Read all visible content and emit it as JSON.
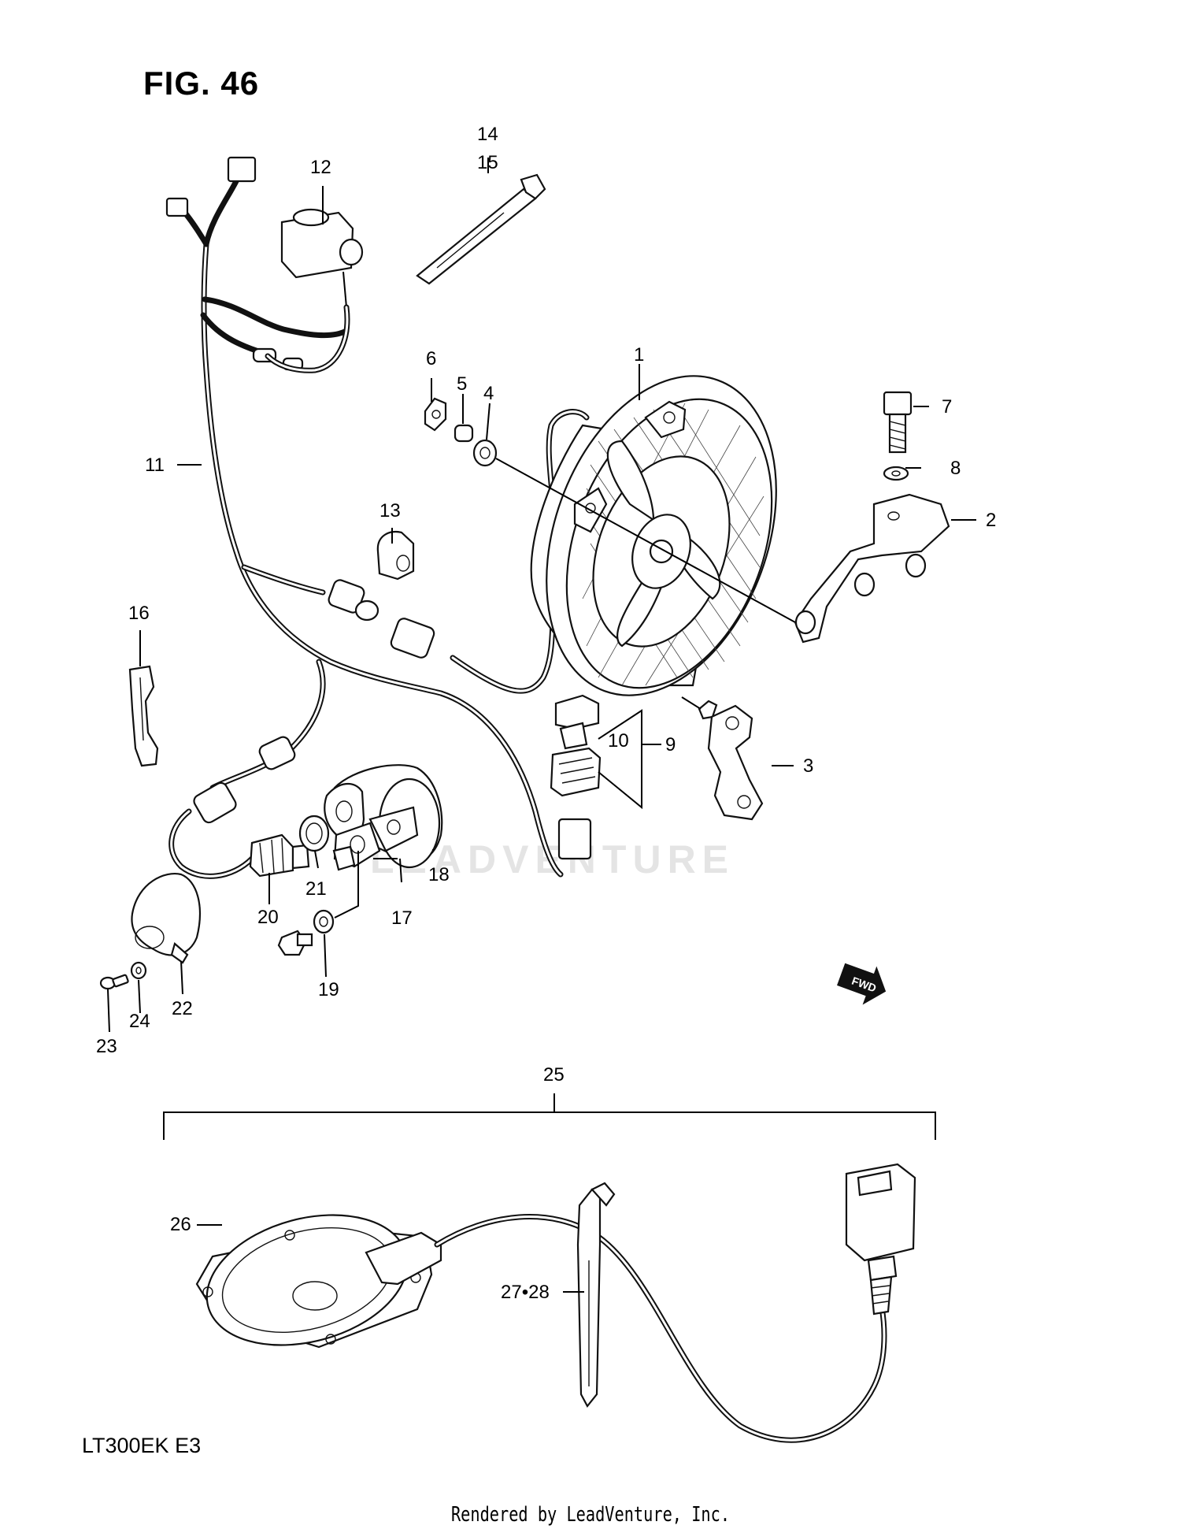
{
  "figure": {
    "title": "FIG. 46",
    "model": "LT300EK  E3"
  },
  "footer": "Rendered by LeadVenture, Inc.",
  "watermark": "LEADVENTURE",
  "fwd_label": "FWD",
  "callouts": {
    "c1": "1",
    "c2": "2",
    "c3": "3",
    "c4": "4",
    "c5": "5",
    "c6": "6",
    "c7": "7",
    "c8": "8",
    "c9": "9",
    "c10": "10",
    "c11": "11",
    "c12": "12",
    "c13": "13",
    "c14": "14",
    "c15": "15",
    "c16": "16",
    "c17": "17",
    "c18": "18",
    "c19": "19",
    "c20": "20",
    "c21": "21",
    "c22": "22",
    "c23": "23",
    "c24": "24",
    "c25": "25",
    "c26": "26",
    "c27_28": "27•28"
  }
}
